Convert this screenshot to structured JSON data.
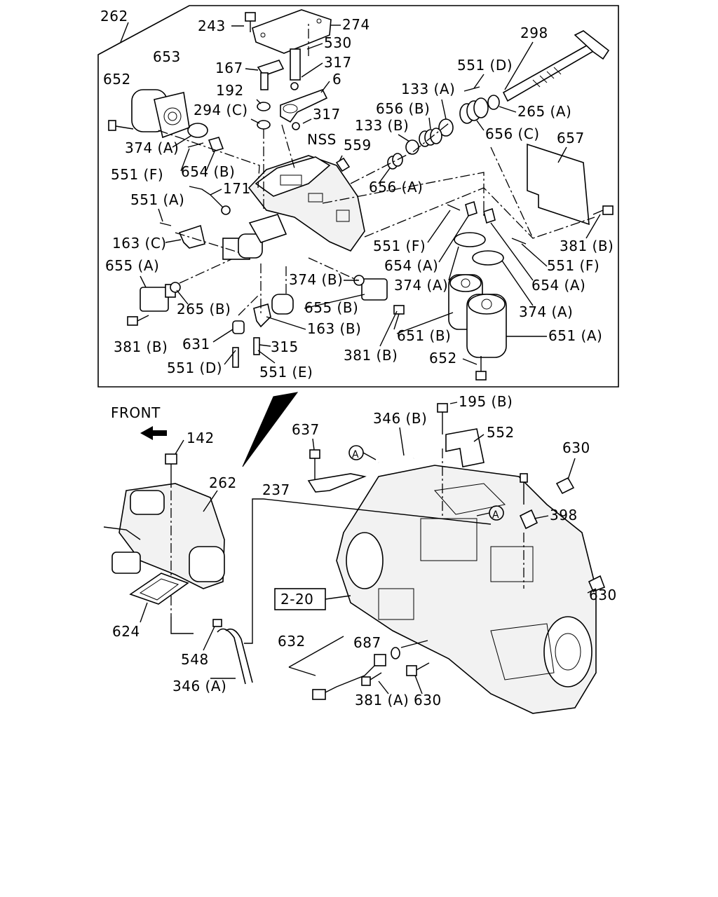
{
  "diagram": {
    "front_label": "FRONT",
    "callouts": {
      "c262_top": "262",
      "c243": "243",
      "c274": "274",
      "c530": "530",
      "c317_a": "317",
      "c167": "167",
      "c653": "653",
      "c652_top": "652",
      "c192": "192",
      "c6": "6",
      "c298": "298",
      "c551d_top": "551 (D)",
      "c133a": "133 (A)",
      "c294c": "294 (C)",
      "c317_b": "317",
      "c656b": "656 (B)",
      "c265a": "265 (A)",
      "c133b": "133 (B)",
      "c656c": "656 (C)",
      "c657": "657",
      "c374a_top": "374 (A)",
      "c559": "559",
      "cNSS": "NSS",
      "c551f_left": "551 (F)",
      "c654b": "654 (B)",
      "c656a": "656 (A)",
      "c171": "171",
      "c551a": "551 (A)",
      "c163c": "163 (C)",
      "c551f_mid": "551 (F)",
      "c381b_right": "381 (B)",
      "c654a_mid": "654 (A)",
      "c551f_right": "551 (F)",
      "c655a": "655 (A)",
      "c374b": "374 (B)",
      "c374a_mid": "374 (A)",
      "c654a_right": "654 (A)",
      "c265b": "265 (B)",
      "c655b": "655 (B)",
      "c374a_right": "374 (A)",
      "c163b": "163 (B)",
      "c381b_left": "381 (B)",
      "c631": "631",
      "c315": "315",
      "c651b": "651 (B)",
      "c651a": "651 (A)",
      "c381b_bottom": "381 (B)",
      "c551d_bottom": "551 (D)",
      "c551e": "551 (E)",
      "c652_bottom": "652",
      "c195b": "195 (B)",
      "c346b": "346 (B)",
      "c637": "637",
      "c552": "552",
      "c142": "142",
      "c630_top": "630",
      "c262_mid": "262",
      "c237": "237",
      "c398": "398",
      "c630_mid": "630",
      "c2_20": "2-20",
      "c624": "624",
      "c632": "632",
      "c687": "687",
      "c548": "548",
      "c346a": "346 (A)",
      "c381a": "381 (A)",
      "c630_bottom": "630",
      "refA_1": "A",
      "refA_2": "A"
    }
  }
}
